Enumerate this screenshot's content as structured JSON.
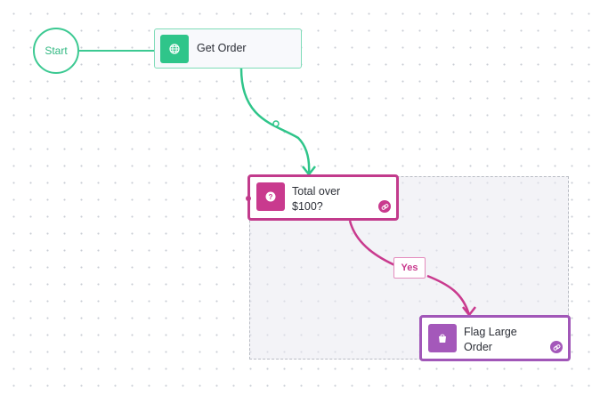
{
  "start": {
    "label": "Start"
  },
  "nodes": {
    "get_order": {
      "label": "Get Order",
      "icon": "globe-icon",
      "color": "#2fc58a"
    },
    "total_over": {
      "label": "Total over $100?",
      "icon": "question-icon",
      "color": "#c93a8e"
    },
    "flag_large": {
      "label": "Flag Large Order",
      "icon": "shopping-bag-icon",
      "color": "#a458ba"
    }
  },
  "edges": {
    "yes_label": "Yes"
  },
  "colors": {
    "trigger_green": "#2fc58a",
    "condition_pink": "#c93a8e",
    "action_purple": "#a458ba"
  }
}
